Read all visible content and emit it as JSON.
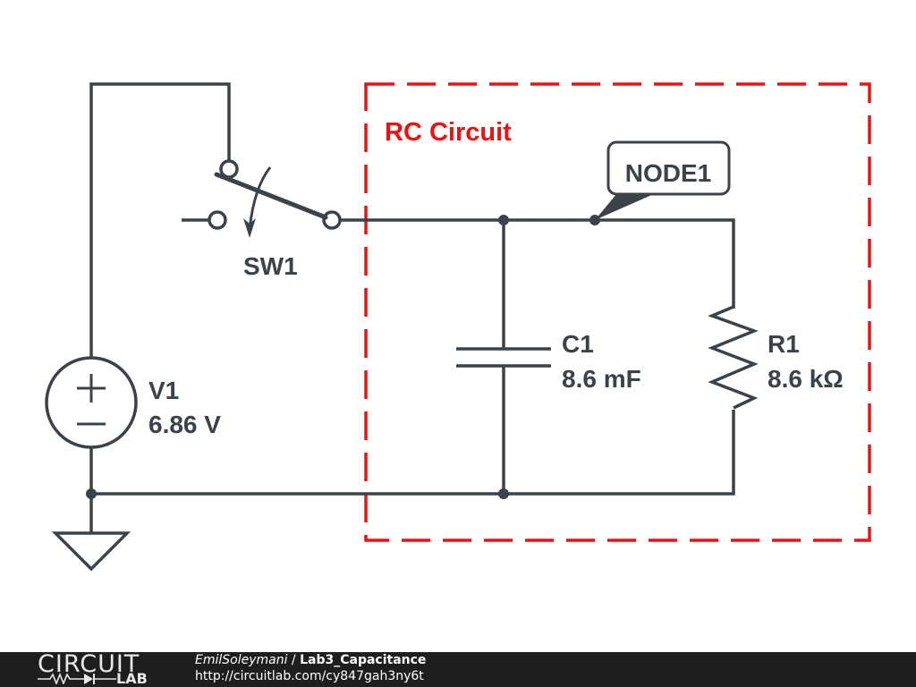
{
  "group": {
    "label": "RC Circuit",
    "color": "#ee1111"
  },
  "components": {
    "switch": {
      "name": "SW1"
    },
    "source": {
      "name": "V1",
      "value": "6.86 V",
      "plus_symbol": "+",
      "minus_symbol": "−"
    },
    "capacitor": {
      "name": "C1",
      "value": "8.6 mF"
    },
    "resistor": {
      "name": "R1",
      "value": "8.6 kΩ"
    },
    "node_label": {
      "name": "NODE1"
    }
  },
  "colors": {
    "wire": "#3b4249",
    "footer_bg": "#1e1e1e"
  },
  "footer": {
    "logo_top": "CIRCUIT",
    "logo_bottom": "LAB",
    "author": "EmilSoleymani",
    "separator": " / ",
    "project": "Lab3_Capacitance",
    "url": "http://circuitlab.com/cy847gah3ny6t"
  }
}
